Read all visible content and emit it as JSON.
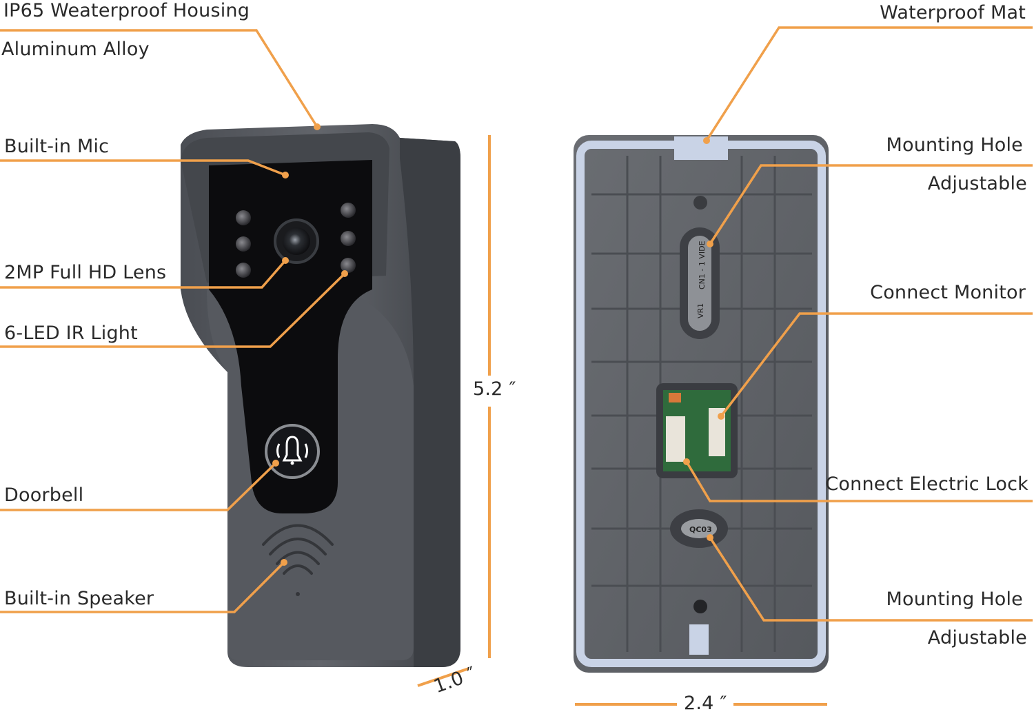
{
  "callouts_left": {
    "housing": "IP65 Weaterproof Housing",
    "alloy": "Aluminum Alloy",
    "mic": "Built-in Mic",
    "lens": "2MP Full HD Lens",
    "ir": "6-LED IR Light",
    "doorbell": "Doorbell",
    "speaker": "Built-in Speaker"
  },
  "callouts_right": {
    "mat": "Waterproof Mat",
    "mount_top": "Mounting Hole",
    "adjust_top": "Adjustable",
    "monitor": "Connect Monitor",
    "lock": "Connect Electric Lock",
    "mount_bottom": "Mounting Hole",
    "adjust_bottom": "Adjustable"
  },
  "dimensions": {
    "height": "5.2 ″",
    "depth": "1.0 ″",
    "width": "2.4 ″"
  },
  "board_texts": {
    "slot_text_1": "CN1 - 1 VIDE",
    "slot_text_2": "VR1",
    "chip_label": "QC03"
  },
  "colors": {
    "accent": "#f0a04b",
    "device": "#5a5d63",
    "panel": "#0b0b0d",
    "mat": "#c9d3e6"
  },
  "icons": [
    "bell-icon",
    "speaker-grille-icon"
  ]
}
